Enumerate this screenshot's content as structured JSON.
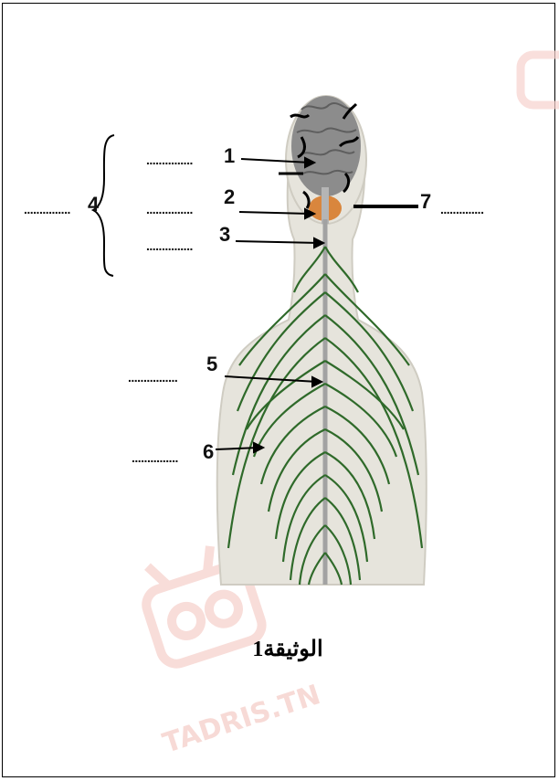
{
  "document": {
    "caption": "الوثيقة1",
    "watermark_text": "TADRIS.TN"
  },
  "labels": [
    {
      "id": "1",
      "text": "1",
      "blank": "..............."
    },
    {
      "id": "2",
      "text": "2",
      "blank": "..............."
    },
    {
      "id": "3",
      "text": "3",
      "blank": "..............."
    },
    {
      "id": "4",
      "text": "4",
      "blank": "..............."
    },
    {
      "id": "5",
      "text": "5",
      "blank": "................"
    },
    {
      "id": "6",
      "text": "6",
      "blank": "..............."
    },
    {
      "id": "7",
      "text": "7",
      "blank": ".............."
    }
  ],
  "colors": {
    "border": "#000000",
    "skin": "#e8e6df",
    "skin_outline": "#c9c7be",
    "nerve": "#2f6a2a",
    "spinal_cord": "#9a9a9a",
    "brain": "#8a8a8a",
    "cerebellum": "#d8843a",
    "watermark": "#f4c9c4"
  }
}
